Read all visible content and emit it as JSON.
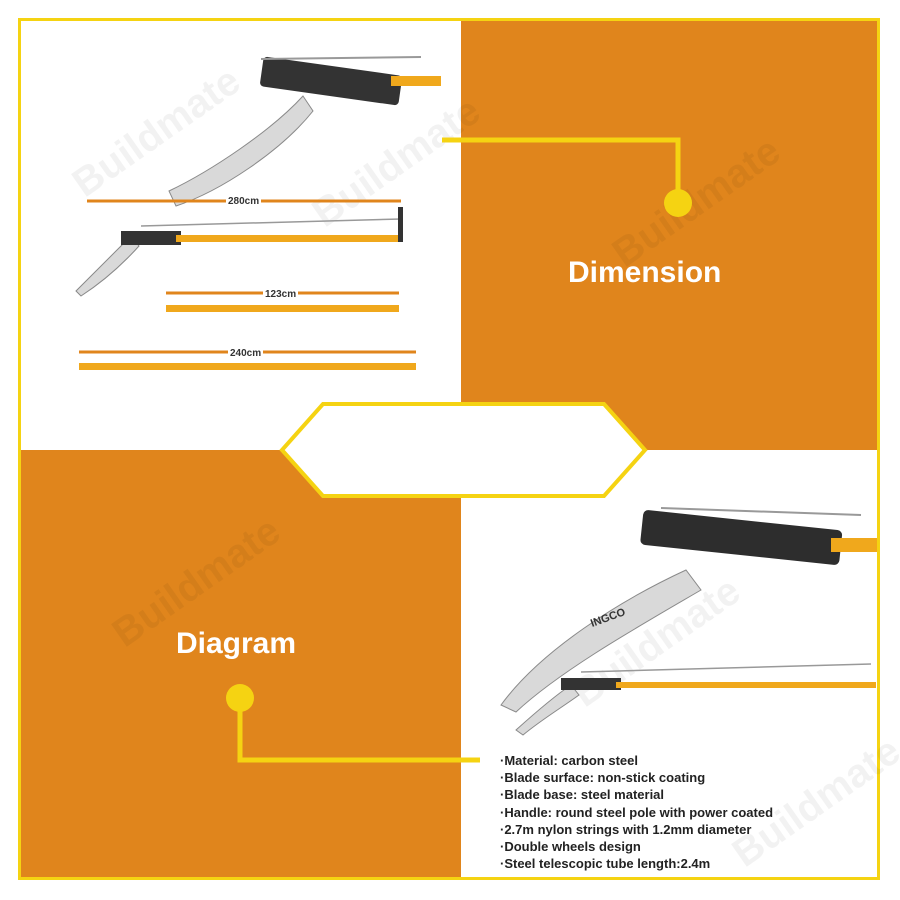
{
  "headings": {
    "dimension": "Dimension",
    "diagram": "Diagram"
  },
  "dimensions": {
    "total": "280cm",
    "pole_short": "123cm",
    "pole_long": "240cm"
  },
  "brand": {
    "logo": "INGCO"
  },
  "watermark": "Buildmate",
  "specs": [
    "·Material: carbon steel",
    "·Blade surface: non-stick coating",
    "·Blade base: steel material",
    "·Handle: round steel pole with power coated",
    "·2.7m nylon strings with 1.2mm diameter",
    "·Double wheels design",
    "·Steel telescopic tube length:2.4m"
  ],
  "colors": {
    "orange": "#e0851c",
    "yellow": "#f5d312",
    "pole": "#f0a81c"
  }
}
